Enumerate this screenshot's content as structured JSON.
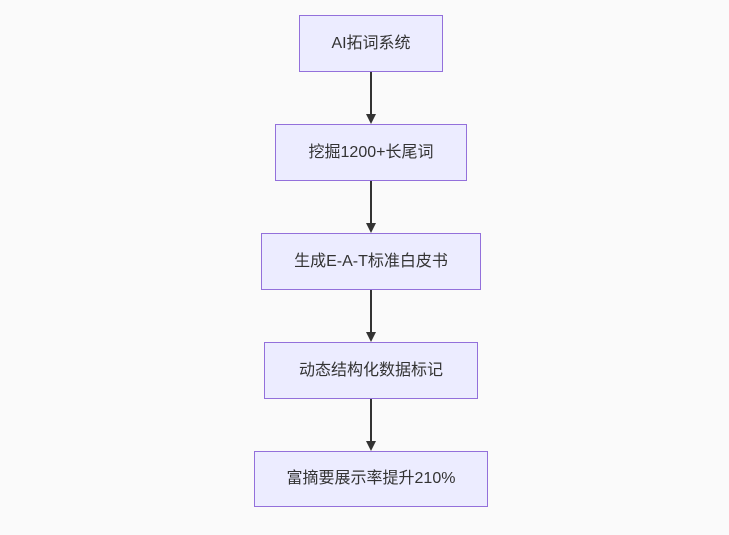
{
  "diagram": {
    "type": "flowchart-top-down",
    "nodes": [
      {
        "id": "n1",
        "label": "AI拓词系统"
      },
      {
        "id": "n2",
        "label": "挖掘1200+长尾词"
      },
      {
        "id": "n3",
        "label": "生成E-A-T标准白皮书"
      },
      {
        "id": "n4",
        "label": "动态结构化数据标记"
      },
      {
        "id": "n5",
        "label": "富摘要展示率提升210%"
      }
    ],
    "edges": [
      {
        "from": "n1",
        "to": "n2",
        "style": "arrow-down"
      },
      {
        "from": "n2",
        "to": "n3",
        "style": "arrow-down"
      },
      {
        "from": "n3",
        "to": "n4",
        "style": "arrow-down"
      },
      {
        "from": "n4",
        "to": "n5",
        "style": "arrow-down"
      }
    ],
    "colors": {
      "node_fill": "#ECECFF",
      "node_border": "#9370DB",
      "node_text": "#333333",
      "arrow": "#333333",
      "background": "#FAFAFA"
    }
  }
}
